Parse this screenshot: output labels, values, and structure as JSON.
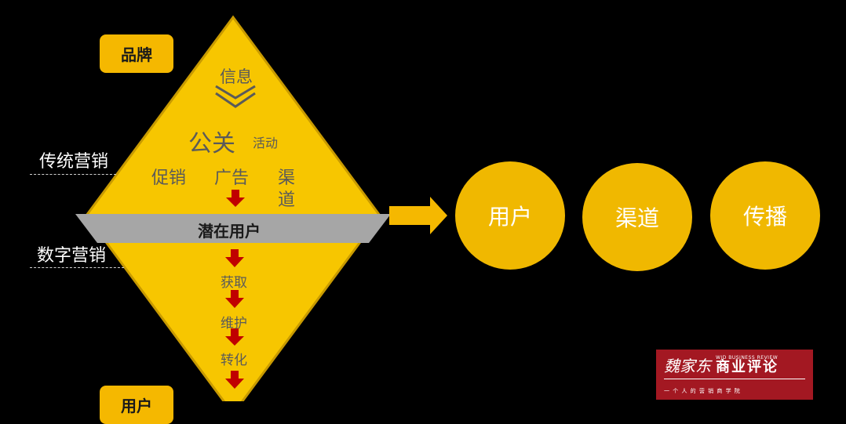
{
  "tags": {
    "brand": "品牌",
    "bottom": "用户"
  },
  "side_labels": {
    "traditional": "传统营销",
    "digital": "数字营销"
  },
  "diamond": {
    "info": "信息",
    "pr": "公关",
    "activity": "活动",
    "promo": "促销",
    "ads": "广告",
    "channel_top": "渠",
    "channel_bottom": "道",
    "band": "潜在用户",
    "steps": [
      "获取",
      "维护",
      "转化"
    ]
  },
  "circles": [
    "用户",
    "渠道",
    "传播"
  ],
  "logo": {
    "script": "魏家东",
    "name": "商业评论",
    "english": "WJD BUSINESS REVIEW",
    "tagline": "一 个 人 的 营 销 商 学 院"
  },
  "colors": {
    "background": "#000000",
    "diamond": "#f7c600",
    "diamond_edge": "#c89a00",
    "band": "#a6a6a6",
    "arrow_red": "#c00000",
    "circle": "#f0b800",
    "logo_bg": "#a31822"
  },
  "icons": [
    "chevron-down-icon",
    "down-arrow-icon",
    "right-arrow-icon"
  ]
}
